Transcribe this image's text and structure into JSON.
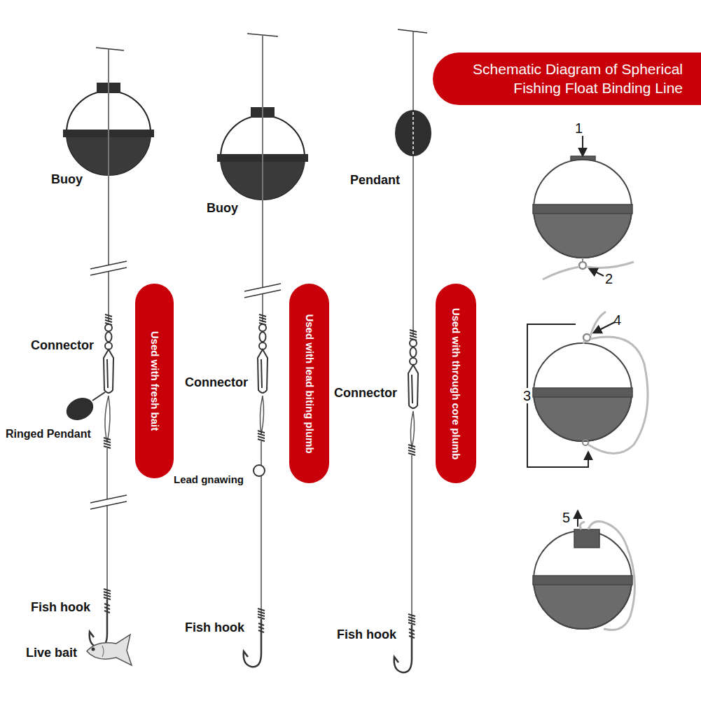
{
  "diagram": {
    "nodes": [
      {
        "text": [
          "Schematic Diagram of Spherical Fishing Float Binding Line"
        ]
      },
      {
        "text": [
          "Used with fresh bait"
        ]
      },
      {
        "text": [
          "Used with lead biting plumb"
        ]
      },
      {
        "text": [
          "Used with through core plumb"
        ]
      }
    ],
    "labels": [
      "Buoy",
      "Connector",
      "Ringed Pendant",
      "Fish hook",
      "Live bait",
      "Buoy",
      "Connector",
      "Lead gnawing",
      "Fish hook",
      "Pendant",
      "Connector",
      "Fish hook",
      "1",
      "2",
      "4",
      "3",
      "5"
    ]
  }
}
